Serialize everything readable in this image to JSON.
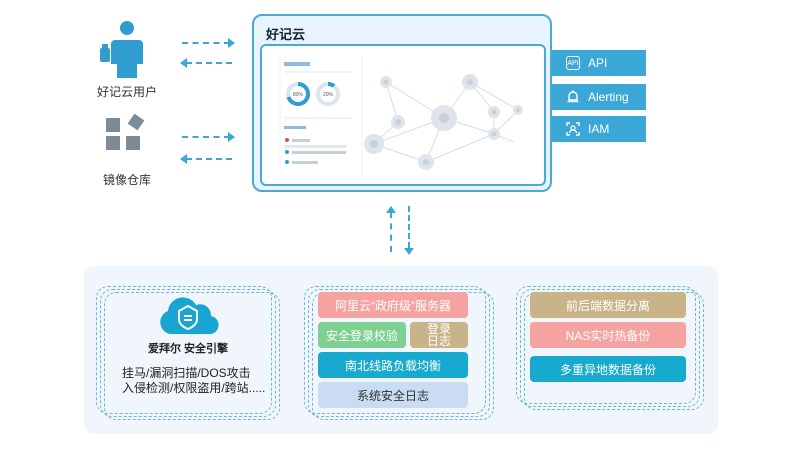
{
  "actors": {
    "user_label": "好记云用户",
    "repo_label": "镜像仓库"
  },
  "cloud": {
    "title": "好记云",
    "screen": {
      "gauge1": "80%",
      "gauge2": "20%"
    }
  },
  "side_buttons": [
    {
      "label": "API",
      "icon": "api-icon"
    },
    {
      "label": "Alerting",
      "icon": "bell-icon"
    },
    {
      "label": "IAM",
      "icon": "iam-icon"
    }
  ],
  "engine": {
    "brand": "爱拜尔 安全引擎",
    "line1": "挂马/漏洞扫描/DOS攻击",
    "line2": "入侵检测/权限盗用/跨站....."
  },
  "middle": {
    "gov": "阿里云“政府级”服务器",
    "login_check": "安全登录校验",
    "login_log": "登录\n日志",
    "lb": "南北线路负载均衡",
    "syslog": "系统安全日志"
  },
  "right": {
    "split": "前后端数据分离",
    "nas": "NAS实时热备份",
    "remote": "多重异地数据备份"
  },
  "colors": {
    "accent": "#3ba7d6",
    "pink": "#f5a3a0",
    "green": "#7dd08f",
    "tan": "#c9b48a",
    "teal": "#18a9cf",
    "lightblue": "#c9dcf2"
  }
}
